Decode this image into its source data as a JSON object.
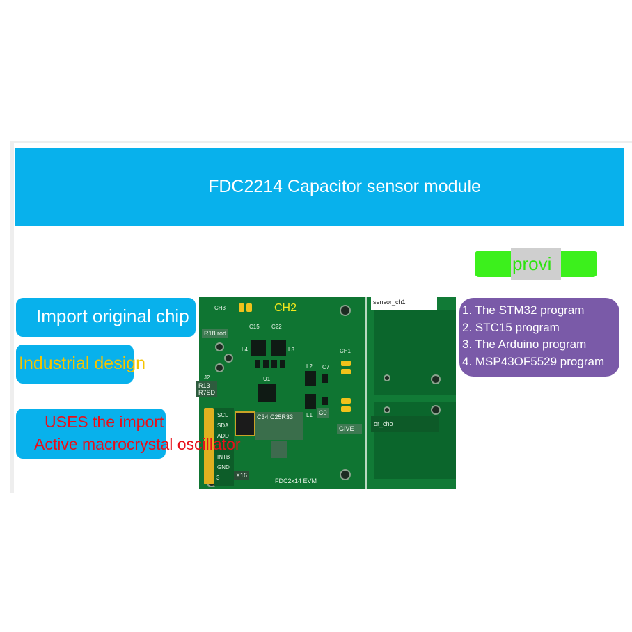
{
  "banner": {
    "title": "FDC2214 Capacitor sensor module"
  },
  "provide": {
    "label": "provi"
  },
  "programs": [
    "1. The STM32 program",
    "2. STC15 program",
    "3. The Arduino program",
    "4. MSP43OF5529 program"
  ],
  "features": {
    "chip": "Import original chip",
    "design": "Industrial design",
    "osc_line1": "USES the import",
    "osc_line2": "Active macrocrystal oscillator"
  },
  "board": {
    "ch3": "CH3",
    "ch2": "CH2",
    "ch1": "CH1",
    "r18": "R18 rod",
    "c15": "C15",
    "c22": "C22",
    "r13": "R13",
    "r7sd": "R7SD",
    "u1": "U1",
    "caps": "C34 C25R33",
    "c0": "C0",
    "give": "GIVE",
    "sensor_ch1": "sensor_ch1",
    "or_cho": "or_cho",
    "evm": "FDC2x14 EVM",
    "pins": [
      "SCL",
      "SDA",
      "ADD",
      "INTB",
      "GND"
    ],
    "pin3": "3",
    "x16": "X16",
    "c7": "C7",
    "l2": "L2",
    "l1": "L1",
    "l4": "L4",
    "l3": "L3",
    "j2": "J2"
  },
  "colors": {
    "banner": "#08b1ec",
    "provide": "#3cf01c",
    "list_bg": "#7a5aa8",
    "chip_text": "#ffffff",
    "design_text": "#f5c400",
    "osc_text": "#e8101a",
    "pcb": "#0f7532"
  }
}
